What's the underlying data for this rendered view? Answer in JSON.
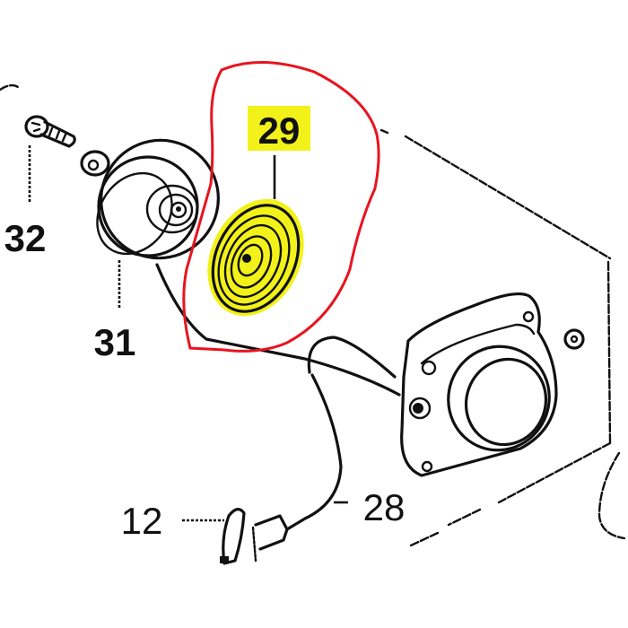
{
  "diagram": {
    "type": "exploded-parts-diagram",
    "subject": "recoil starter assembly",
    "colors": {
      "line": "#111111",
      "highlight": "#f2f21a",
      "annotation_circle": "#e8141e",
      "background": "#ffffff"
    },
    "callouts": [
      {
        "id": "29",
        "label": "29",
        "part": "recoil spring",
        "highlighted": true,
        "circled": true
      },
      {
        "id": "31",
        "label": "31",
        "part": "pulley / reel"
      },
      {
        "id": "32",
        "label": "32",
        "part": "bolt with washer"
      },
      {
        "id": "28",
        "label": "28",
        "part": "starter rope"
      },
      {
        "id": "12",
        "label": "12",
        "part": "starter grip / handle"
      }
    ],
    "components": [
      "bolt",
      "washer",
      "pulley",
      "recoil-spring",
      "starter-rope",
      "starter-grip",
      "starter-case",
      "case-nut",
      "assembly-frame"
    ]
  }
}
